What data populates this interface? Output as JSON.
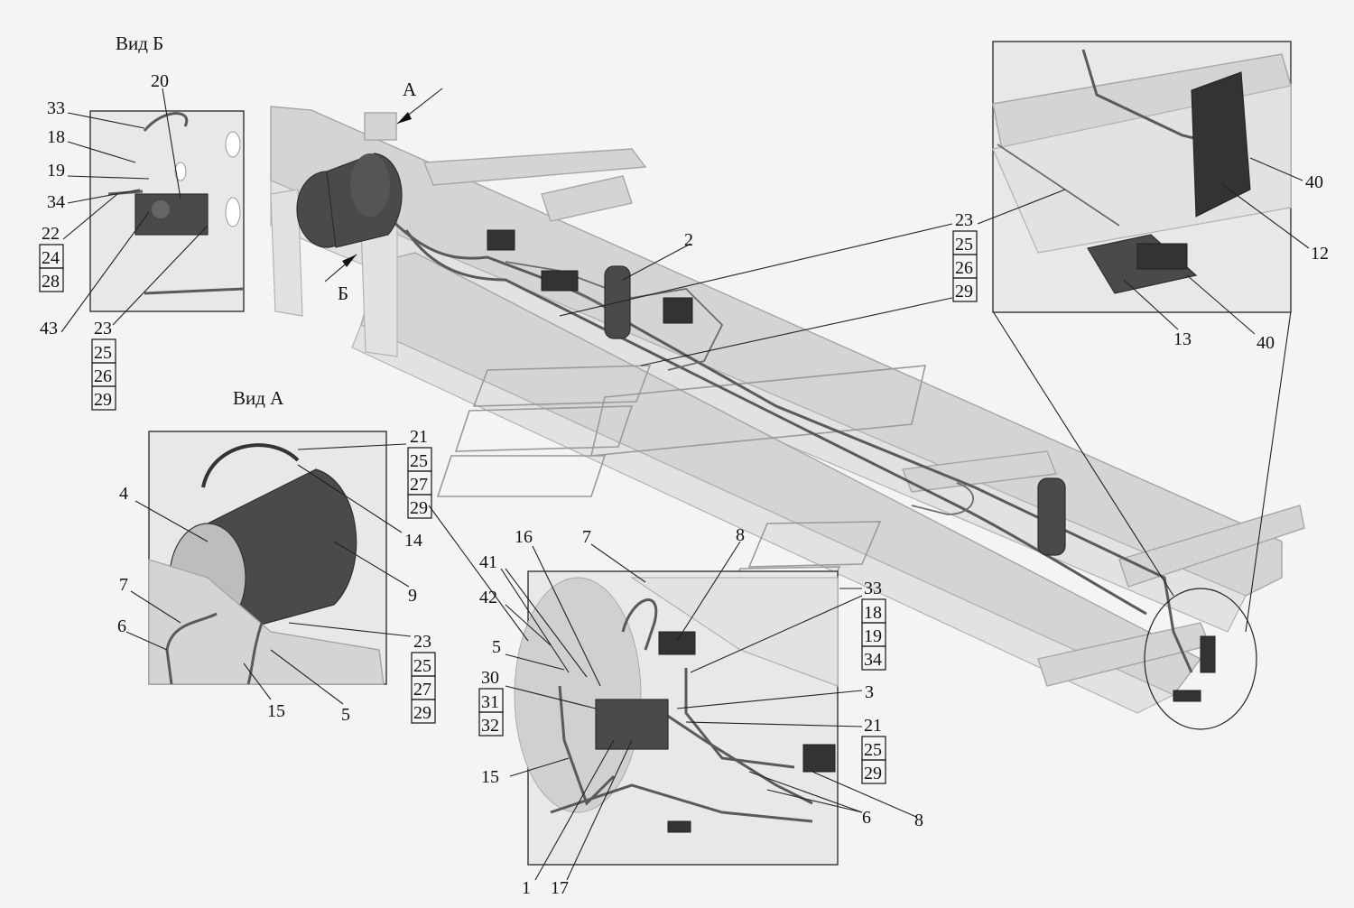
{
  "views": {
    "view_b_title": "Вид Б",
    "view_a_title": "Вид А",
    "arrow_a": "А",
    "arrow_b": "Б"
  },
  "callouts": {
    "view_b": [
      "33",
      "18",
      "19",
      "34",
      "20",
      "43"
    ],
    "view_b_group1": [
      "22",
      "24",
      "28"
    ],
    "view_b_group2": [
      "23",
      "25",
      "26",
      "29"
    ],
    "main": [
      "2"
    ],
    "main_group": [
      "23",
      "25",
      "26",
      "29"
    ],
    "right_inset": [
      "40",
      "12",
      "13",
      "40"
    ],
    "view_a": [
      "4",
      "7",
      "6",
      "15",
      "5",
      "14",
      "9"
    ],
    "view_a_group1": [
      "21",
      "25",
      "27",
      "29"
    ],
    "view_a_group2": [
      "23",
      "25",
      "27",
      "29"
    ],
    "detail": [
      "16",
      "7",
      "8",
      "41",
      "42",
      "5",
      "3",
      "15",
      "1",
      "17",
      "6",
      "8"
    ],
    "detail_group1": [
      "33",
      "18",
      "19",
      "34"
    ],
    "detail_group2": [
      "30",
      "31",
      "32"
    ],
    "detail_group3": [
      "21",
      "25",
      "29"
    ]
  }
}
